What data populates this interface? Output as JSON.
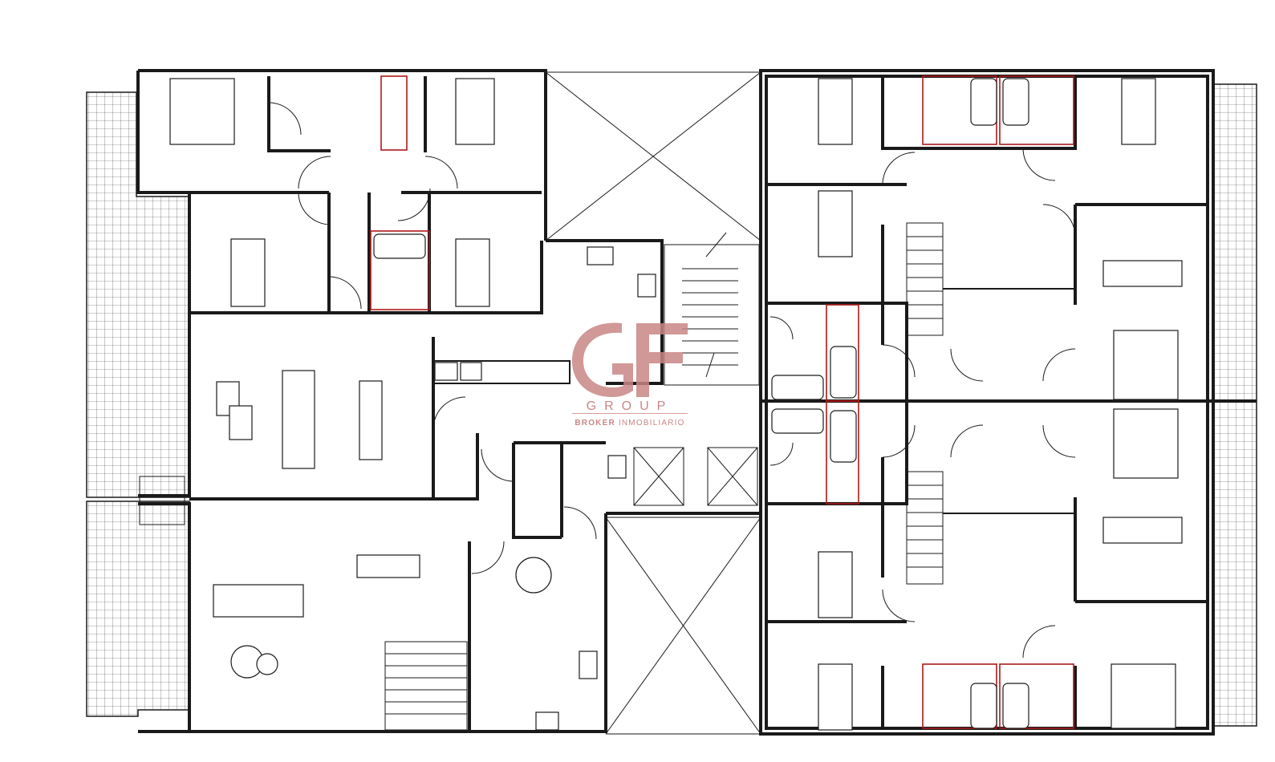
{
  "watermark": {
    "monogram": "GF",
    "word": "GROUP",
    "tagline_bold": "BROKER",
    "tagline_rest": "INMOBILIARIO",
    "color": "#c98686"
  },
  "colors": {
    "wall": "#1a1a1a",
    "bathroom_outline": "#b01818",
    "background": "#ffffff"
  }
}
